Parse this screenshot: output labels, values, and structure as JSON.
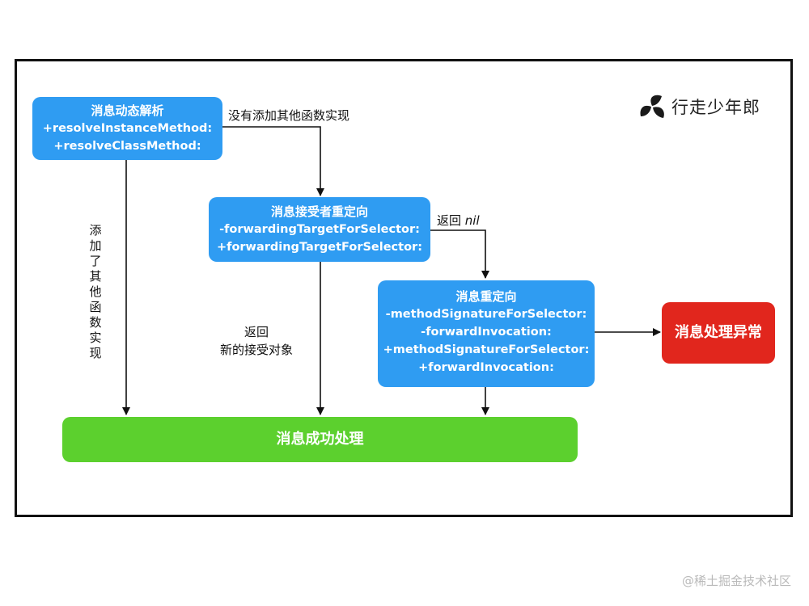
{
  "logo": {
    "text": "行走少年郎",
    "icon": "leaf-logo-icon"
  },
  "watermark": "@稀土掘金技术社区",
  "nodes": {
    "dynamic": {
      "title": "消息动态解析",
      "methods": [
        "+resolveInstanceMethod:",
        "+resolveClassMethod:"
      ]
    },
    "receiver": {
      "title": "消息接受者重定向",
      "methods": [
        "-forwardingTargetForSelector:",
        "+forwardingTargetForSelector:"
      ]
    },
    "redirect": {
      "title": "消息重定向",
      "methods": [
        "-methodSignatureForSelector:",
        "-forwardInvocation:",
        "+methodSignatureForSelector:",
        "+forwardInvocation:"
      ]
    },
    "exception": {
      "title": "消息处理异常"
    },
    "success": {
      "title": "消息成功处理"
    }
  },
  "edges": {
    "no_other_impl": "没有添加其他函数实现",
    "added_impl": "添加了其他函数实现",
    "return_word": "返回",
    "nil": "nil",
    "return_new_line1": "返回",
    "return_new_line2": "新的接受对象"
  },
  "colors": {
    "blue": "#2f9cf2",
    "green": "#5cd02e",
    "red": "#e1261d"
  }
}
